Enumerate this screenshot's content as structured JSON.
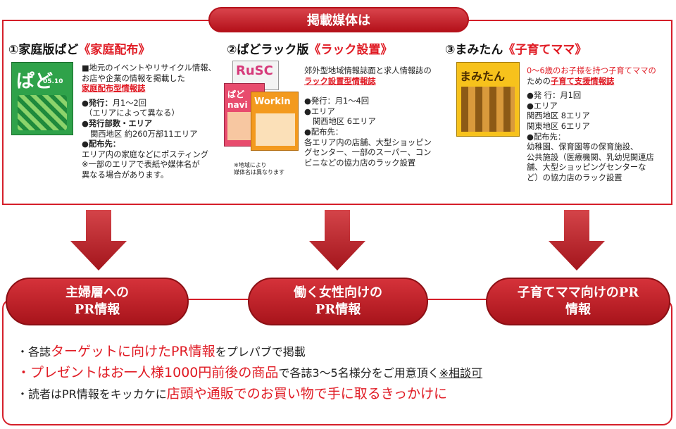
{
  "header": {
    "title": "掲載媒体は"
  },
  "media": [
    {
      "title_prefix": "①家庭版ぱど",
      "title_red": "《家庭配布》",
      "cover": {
        "logo": "ぱど",
        "date": "05.10"
      },
      "lines": [
        "■地元のイベントやリサイクル情報、",
        "お店や企業の情報を掲載した",
        "家庭配布型情報誌",
        "●発行：",
        "月1～2回",
        "（エリアによって異なる）",
        "●発行部数・エリア",
        "関西地区 約260万部11エリア",
        "●配布先：",
        "エリア内の家庭などにポスティング",
        "※一部のエリアで表紙や媒体名が",
        "異なる場合があります。"
      ]
    },
    {
      "title_prefix": "②ぱどラック版",
      "title_red": "《ラック設置》",
      "covers": [
        "RuSC",
        "ぱどnavi",
        "Workin"
      ],
      "note": [
        "※地域により",
        "媒体名は異なります"
      ],
      "lines": [
        "郊外型地域情報誌面と求人情報誌の",
        "ラック設置型情報誌",
        "●発行：月1～4回",
        "●エリア",
        "関西地区 6エリア",
        "●配布先：",
        "各エリア内の店舗、大型ショッピン",
        "グセンター、一部のスーパー、コン",
        "ビニなどの協力店のラック設置"
      ]
    },
    {
      "title_prefix": "③まみたん",
      "title_red": "《子育てママ》",
      "cover": {
        "logo": "まみたん"
      },
      "lines": [
        "0～6歳のお子様を持つ子育てママの",
        "ための",
        "子育て支援情報誌",
        "●発 行：月1回",
        "●エリア",
        "関西地区 8エリア",
        "関東地区 6エリア",
        "●配布先：",
        "幼稚園、保育園等の保育施設、",
        "公共施設（医療機関、乳幼児関連店",
        "舗、大型ショッピングセンターな",
        "ど）の協力店のラック設置"
      ]
    }
  ],
  "targets": [
    {
      "line1": "主婦層への",
      "line2": "PR情報"
    },
    {
      "line1": "働く女性向けの",
      "line2": "PR情報"
    },
    {
      "line1": "子育てママ向けのPR",
      "line2": "情報"
    }
  ],
  "bullets": [
    {
      "a": "・各誌",
      "b": "ターゲットに向けたPR情報",
      "c": "をプレパブで掲載"
    },
    {
      "a": "・",
      "b": "プレゼントはお一人様1000円前後の商品",
      "c": "で各誌3～5名様分をご用意頂く",
      "d": "※相談可"
    },
    {
      "a": "・読者はPR情報をキッカケに",
      "b": "店頭や通販でのお買い物で手に取るきっかけに"
    }
  ],
  "colors": {
    "accent": "#e01b24",
    "pill_dark": "#a8141b",
    "border": "#d51f2a"
  }
}
